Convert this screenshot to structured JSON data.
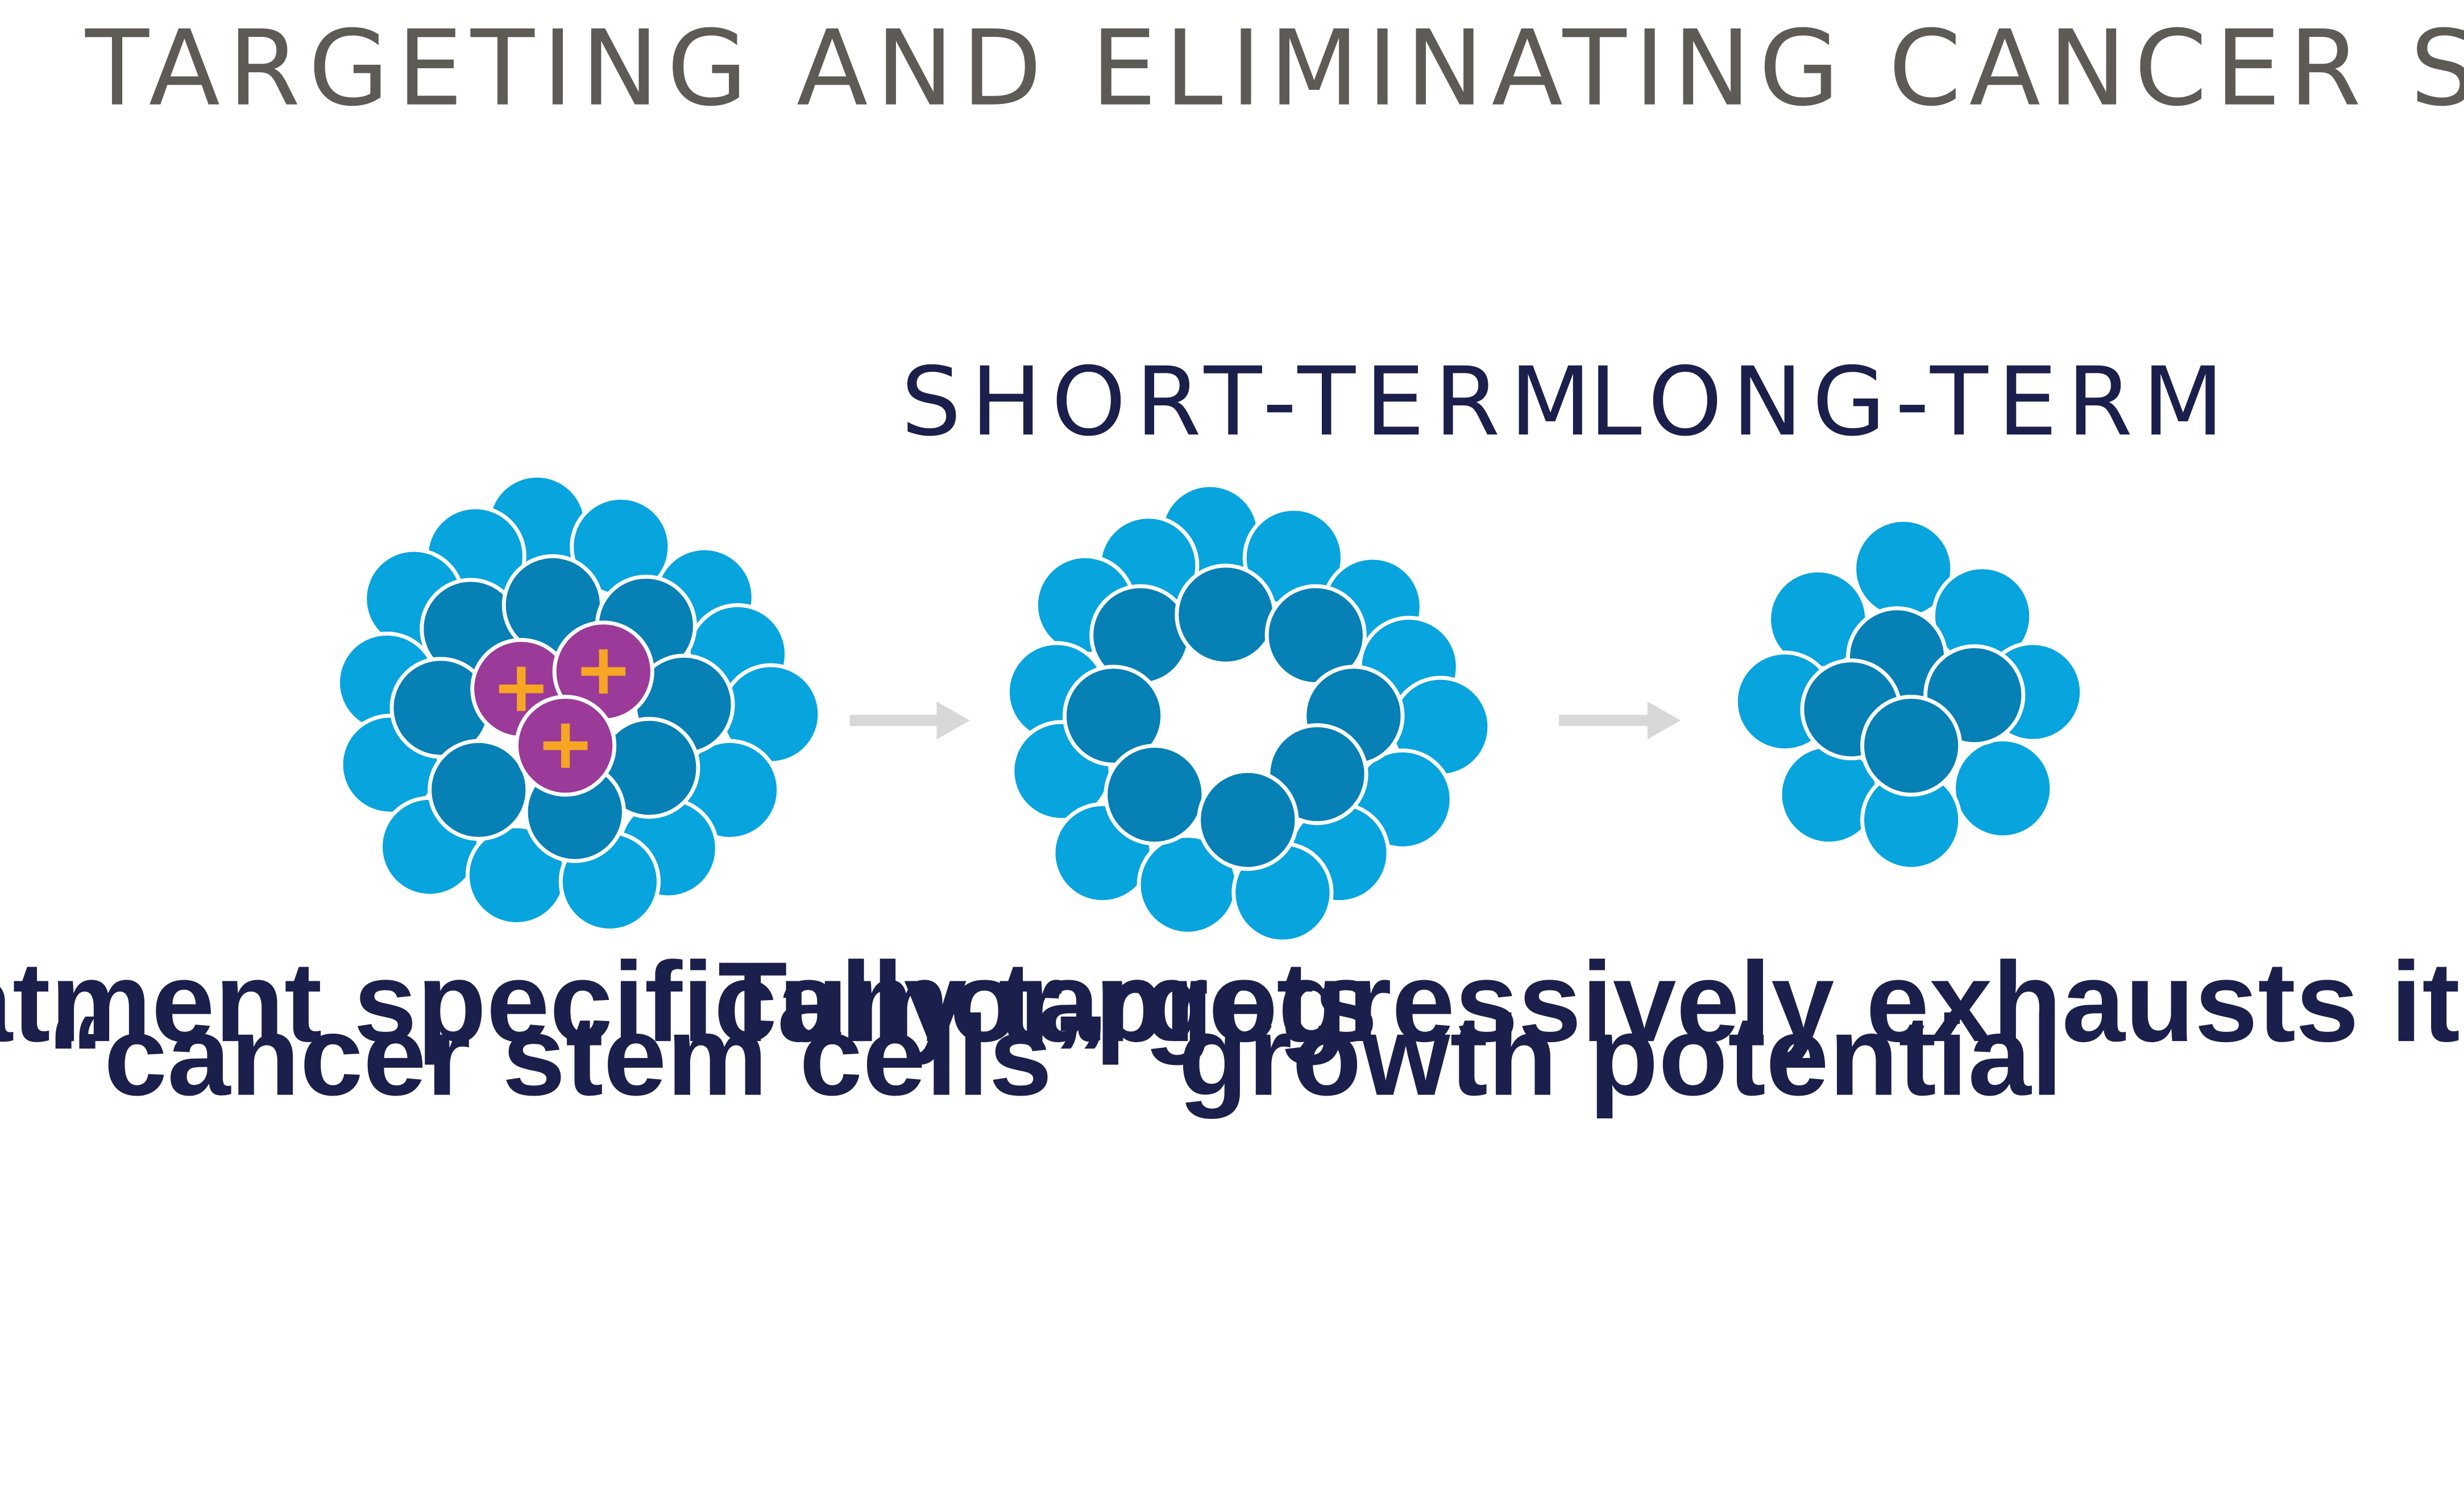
{
  "title": "TARGETING AND ELIMINATING CANCER STEM CELLS",
  "stages": {
    "short_term": "SHORT-TERM",
    "long_term": "LONG-TERM"
  },
  "captions": {
    "treatment": {
      "line1": "Treatment specifically targets",
      "line2": "“cancer stem cells”"
    },
    "tumor": {
      "line1": "Tumor progressively exhausts its",
      "line2": "growth potential"
    }
  },
  "colors": {
    "title": "#5e5a55",
    "text": "#1b1f4b",
    "outer_cell": "#07a4dd",
    "inner_cell": "#0680b5",
    "stem_cell": "#9b3a98",
    "stem_mark": "#f6a623",
    "arrow": "#d8d8d8",
    "cell_outline": "#ffffff"
  }
}
